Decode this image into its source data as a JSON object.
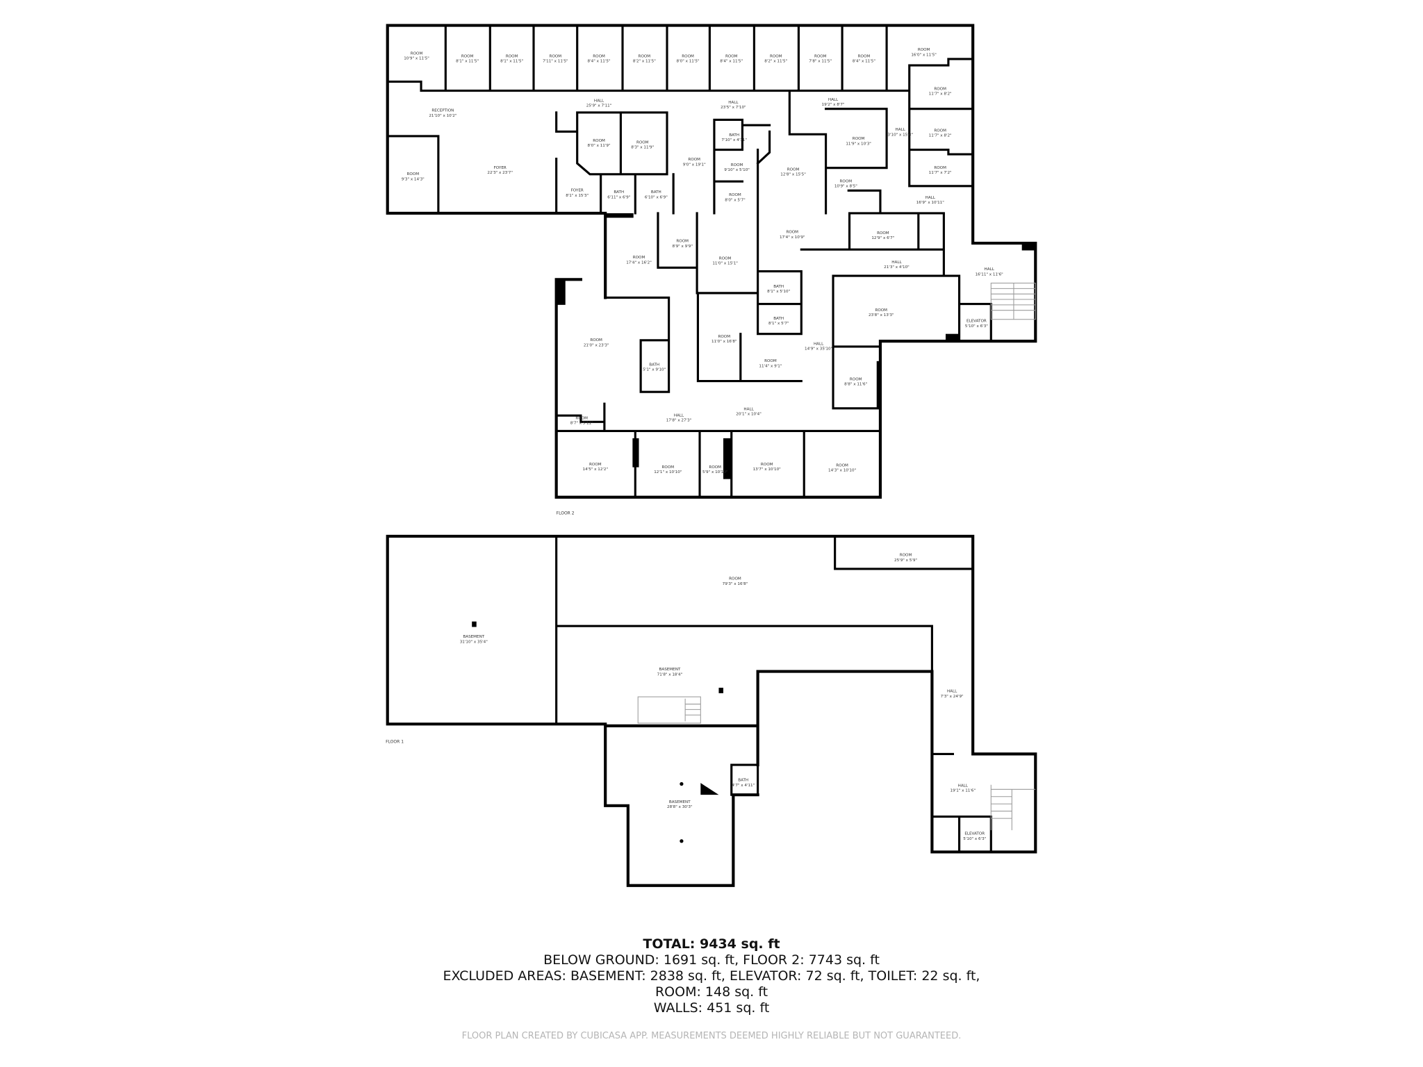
{
  "floor_2": {
    "label": "FLOOR 2",
    "rooms": [
      {
        "name": "ROOM",
        "size": "10'9\" x 11'5\""
      },
      {
        "name": "ROOM",
        "size": "8'1\" x 11'5\""
      },
      {
        "name": "ROOM",
        "size": "8'1\" x 11'5\""
      },
      {
        "name": "ROOM",
        "size": "7'11\" x 11'5\""
      },
      {
        "name": "ROOM",
        "size": "8'4\" x 11'5\""
      },
      {
        "name": "ROOM",
        "size": "8'2\" x 11'5\""
      },
      {
        "name": "ROOM",
        "size": "8'0\" x 11'5\""
      },
      {
        "name": "ROOM",
        "size": "8'4\" x 11'5\""
      },
      {
        "name": "ROOM",
        "size": "8'2\" x 11'5\""
      },
      {
        "name": "ROOM",
        "size": "7'8\" x 11'5\""
      },
      {
        "name": "ROOM",
        "size": "8'4\" x 11'5\""
      },
      {
        "name": "ROOM",
        "size": "16'0\" x 11'5\""
      },
      {
        "name": "HALL",
        "size": "25'9\" x 7'11\""
      },
      {
        "name": "HALL",
        "size": "23'5\" x 7'10\""
      },
      {
        "name": "HALL",
        "size": "19'2\" x 8'7\""
      },
      {
        "name": "ROOM",
        "size": "11'7\" x 8'2\""
      },
      {
        "name": "RECEPTION",
        "size": "21'10\" x 10'2\""
      },
      {
        "name": "ROOM",
        "size": "8'0\" x 11'9\""
      },
      {
        "name": "ROOM",
        "size": "8'3\" x 11'9\""
      },
      {
        "name": "ROOM",
        "size": "9'0\" x 19'1\""
      },
      {
        "name": "BATH",
        "size": "7'10\" x 4'11\""
      },
      {
        "name": "HALL",
        "size": "3'10\" x 15'8\""
      },
      {
        "name": "ROOM",
        "size": "11'9\" x 10'3\""
      },
      {
        "name": "ROOM",
        "size": "11'7\" x 8'2\""
      },
      {
        "name": "ROOM",
        "size": "9'10\" x 5'10\""
      },
      {
        "name": "ROOM",
        "size": "12'8\" x 15'5\""
      },
      {
        "name": "ROOM",
        "size": "11'7\" x 7'2\""
      },
      {
        "name": "ROOM",
        "size": "9'3\" x 14'3\""
      },
      {
        "name": "FOYER",
        "size": "22'3\" x 23'7\""
      },
      {
        "name": "FOYER",
        "size": "8'1\" x 15'3\""
      },
      {
        "name": "BATH",
        "size": "6'11\" x 6'9\""
      },
      {
        "name": "BATH",
        "size": "6'10\" x 6'9\""
      },
      {
        "name": "ROOM",
        "size": "10'9\" x 8'5\""
      },
      {
        "name": "ROOM",
        "size": "8'0\" x 5'7\""
      },
      {
        "name": "HALL",
        "size": "16'9\" x 10'11\""
      },
      {
        "name": "ROOM",
        "size": "17'4\" x 10'9\""
      },
      {
        "name": "ROOM",
        "size": "12'9\" x 6'7\""
      },
      {
        "name": "ROOM",
        "size": "8'9\" x 9'9\""
      },
      {
        "name": "ROOM",
        "size": "17'4\" x 16'2\""
      },
      {
        "name": "ROOM",
        "size": "11'0\" x 15'1\""
      },
      {
        "name": "HALL",
        "size": "21'3\" x 4'10\""
      },
      {
        "name": "HALL",
        "size": "16'11\" x 11'6\""
      },
      {
        "name": "BATH",
        "size": "8'1\" x 5'10\""
      },
      {
        "name": "ROOM",
        "size": "23'8\" x 13'3\""
      },
      {
        "name": "BATH",
        "size": "8'1\" x 5'7\""
      },
      {
        "name": "ELEVATOR",
        "size": "5'10\" x 6'3\""
      },
      {
        "name": "ROOM",
        "size": "11'0\" x 16'8\""
      },
      {
        "name": "ROOM",
        "size": "21'0\" x 23'3\""
      },
      {
        "name": "HALL",
        "size": "14'9\" x 35'10\""
      },
      {
        "name": "ROOM",
        "size": "11'4\" x 9'1\""
      },
      {
        "name": "BATH",
        "size": "5'1\" x 9'10\""
      },
      {
        "name": "ROOM",
        "size": "8'8\" x 11'6\""
      },
      {
        "name": "HALL",
        "size": "20'1\" x 10'4\""
      },
      {
        "name": "HALL",
        "size": "17'8\" x 27'3\""
      },
      {
        "name": "ROOM",
        "size": "8'7\" x 5'11\""
      },
      {
        "name": "ROOM",
        "size": "14'5\" x 12'2\""
      },
      {
        "name": "ROOM",
        "size": "12'1\" x 10'10\""
      },
      {
        "name": "ROOM",
        "size": "5'9\" x 10'10\""
      },
      {
        "name": "ROOM",
        "size": "13'7\" x 10'10\""
      },
      {
        "name": "ROOM",
        "size": "14'3\" x 10'10\""
      }
    ]
  },
  "floor_1": {
    "label": "FLOOR 1",
    "rooms": [
      {
        "name": "ROOM",
        "size": "25'9\" x 5'9\""
      },
      {
        "name": "ROOM",
        "size": "79'3\" x 16'8\""
      },
      {
        "name": "BASEMENT",
        "size": "31'10\" x 35'4\""
      },
      {
        "name": "BASEMENT",
        "size": "71'8\" x 18'4\""
      },
      {
        "name": "HALL",
        "size": "7'3\" x 24'9\""
      },
      {
        "name": "BATH",
        "size": "4'7\" x 4'11\""
      },
      {
        "name": "BASEMENT",
        "size": "28'8\" x 30'3\""
      },
      {
        "name": "HALL",
        "size": "19'1\" x 11'6\""
      },
      {
        "name": "ELEVATOR",
        "size": "5'10\" x 6'3\""
      }
    ]
  },
  "summary": {
    "total": "TOTAL: 9434 sq. ft",
    "line1": "BELOW GROUND: 1691 sq. ft, FLOOR 2: 7743 sq. ft",
    "line2": "EXCLUDED AREAS: BASEMENT: 2838 sq. ft, ELEVATOR: 72 sq. ft, TOILET: 22 sq. ft,",
    "line3": "ROOM: 148 sq. ft",
    "line4": "WALLS: 451 sq. ft"
  },
  "footer": "FLOOR PLAN CREATED BY CUBICASA APP. MEASUREMENTS DEEMED HIGHLY RELIABLE BUT NOT GUARANTEED.",
  "colors": {
    "wall": "#000000",
    "text": "#333333",
    "footer": "#b5b5b5"
  }
}
